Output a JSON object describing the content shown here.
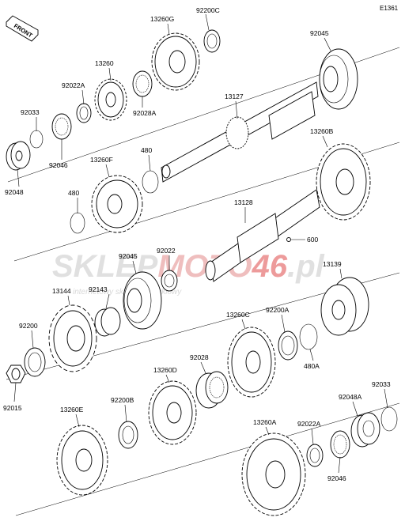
{
  "diagram": {
    "code": "E1361",
    "front_label": "FRONT",
    "watermark": {
      "brand_a": "SKLEP",
      "brand_b": "MOTO",
      "brand_c": "46",
      "brand_d": ".pl",
      "tagline": "internetowy sklep motocyklowy"
    },
    "labels": {
      "p13260G": "13260G",
      "p92200C": "92200C",
      "p92045_top": "92045",
      "p13260": "13260",
      "p92022A_left": "92022A",
      "p92028A": "92028A",
      "p13127": "13127",
      "p92033_left": "92033",
      "p92046_left": "92046",
      "p92048": "92048",
      "p13260F": "13260F",
      "p480_top": "480",
      "p480_left": "480",
      "p13260B": "13260B",
      "p13128": "13128",
      "p600": "600",
      "p92045_mid": "92045",
      "p92022": "92022",
      "p13139": "13139",
      "p92143": "92143",
      "p13144": "13144",
      "p92200": "92200",
      "p92015": "92015",
      "p13260C": "13260C",
      "p92200A": "92200A",
      "p480A": "480A",
      "p92028": "92028",
      "p13260D": "13260D",
      "p92200B": "92200B",
      "p13260E": "13260E",
      "p92033_right": "92033",
      "p92048A": "92048A",
      "p13260A": "13260A",
      "p92022A_right": "92022A",
      "p92046_right": "92046"
    }
  }
}
